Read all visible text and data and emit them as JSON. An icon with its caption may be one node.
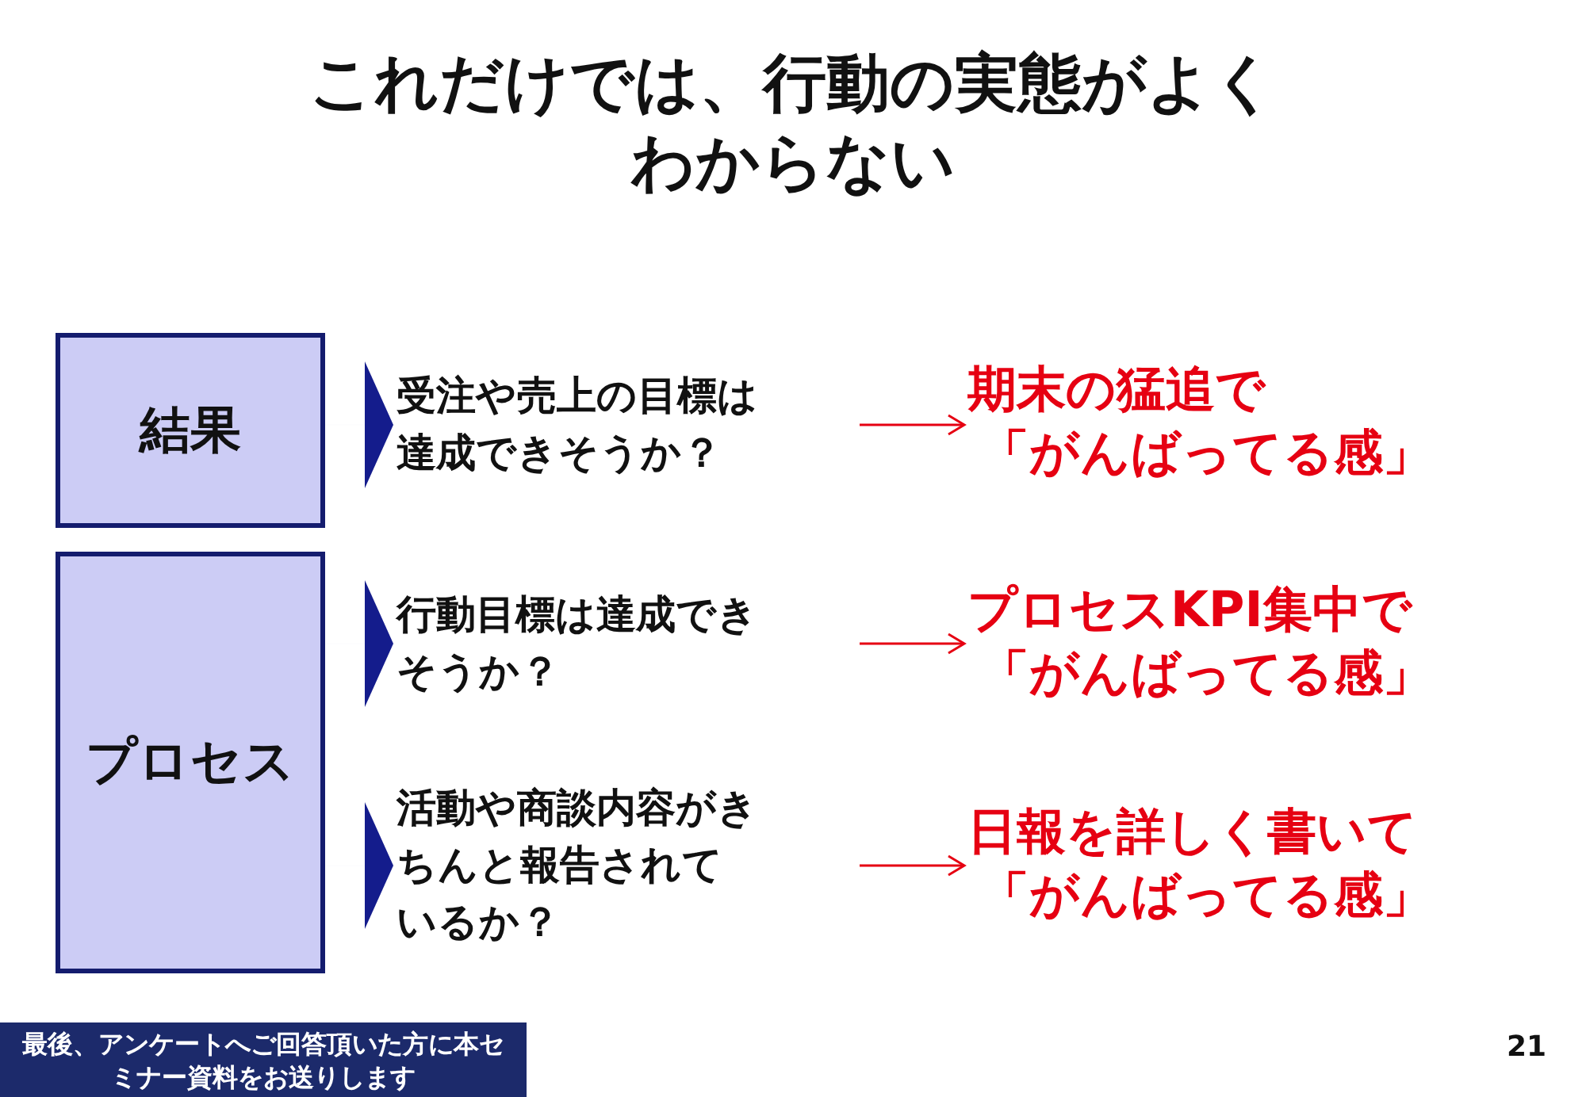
{
  "diagram": {
    "title": "これだけでは、行動の実態がよくわからない",
    "nodes": [
      {
        "text": [
          "結果"
        ]
      },
      {
        "text": [
          "プロセス"
        ]
      },
      {
        "text": [
          "受注や売上の目標は達成できそうか？"
        ]
      },
      {
        "text": [
          "期末の猛追で",
          "「がんばってる感」"
        ]
      },
      {
        "text": [
          "行動目標は達成できそうか？"
        ]
      },
      {
        "text": [
          "プロセスKPI集中で",
          "「がんばってる感」"
        ]
      },
      {
        "text": [
          "活動や商談内容がきちんと報告されているか？"
        ]
      },
      {
        "text": [
          "日報を詳しく書いて",
          "「がんばってる感」"
        ]
      }
    ],
    "edges": [
      {
        "from": 0,
        "to": 2,
        "arrow": "to",
        "color": "#141c8c"
      },
      {
        "from": 2,
        "to": 3,
        "arrow": "to",
        "color": "#e60012"
      },
      {
        "from": 1,
        "to": 4,
        "arrow": "to",
        "color": "#141c8c"
      },
      {
        "from": 4,
        "to": 5,
        "arrow": "to",
        "color": "#e60012"
      },
      {
        "from": 1,
        "to": 6,
        "arrow": "to",
        "color": "#141c8c"
      },
      {
        "from": 6,
        "to": 7,
        "arrow": "to",
        "color": "#e60012"
      }
    ],
    "labels": [
      "最後、アンケートへご回答頂いた方に本セミナー資料をお送りします",
      "21"
    ]
  }
}
